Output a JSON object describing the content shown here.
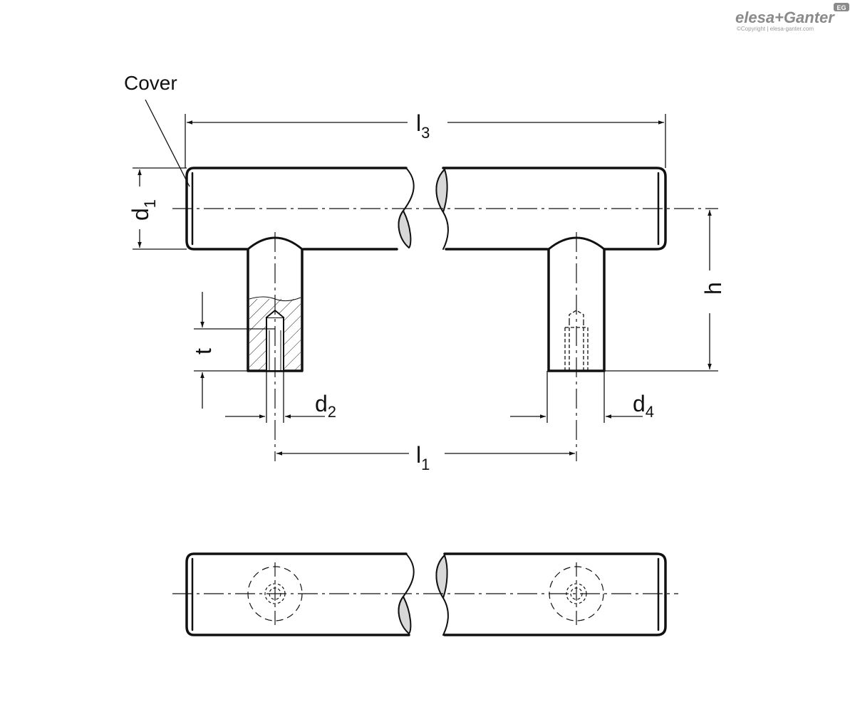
{
  "logo": {
    "brand": "elesa+Ganter",
    "badge": "EG",
    "copyright": "©Copyright | elesa-ganter.com"
  },
  "labels": {
    "cover": "Cover",
    "l3": {
      "main": "l",
      "sub": "3"
    },
    "l1": {
      "main": "l",
      "sub": "1"
    },
    "d1": {
      "main": "d",
      "sub": "1"
    },
    "d2": {
      "main": "d",
      "sub": "2"
    },
    "d4": {
      "main": "d",
      "sub": "4"
    },
    "h": "h",
    "t": "t"
  },
  "colors": {
    "line": "#111111",
    "break_fill": "#d8d8d8",
    "logo": "#8a8a8a"
  }
}
